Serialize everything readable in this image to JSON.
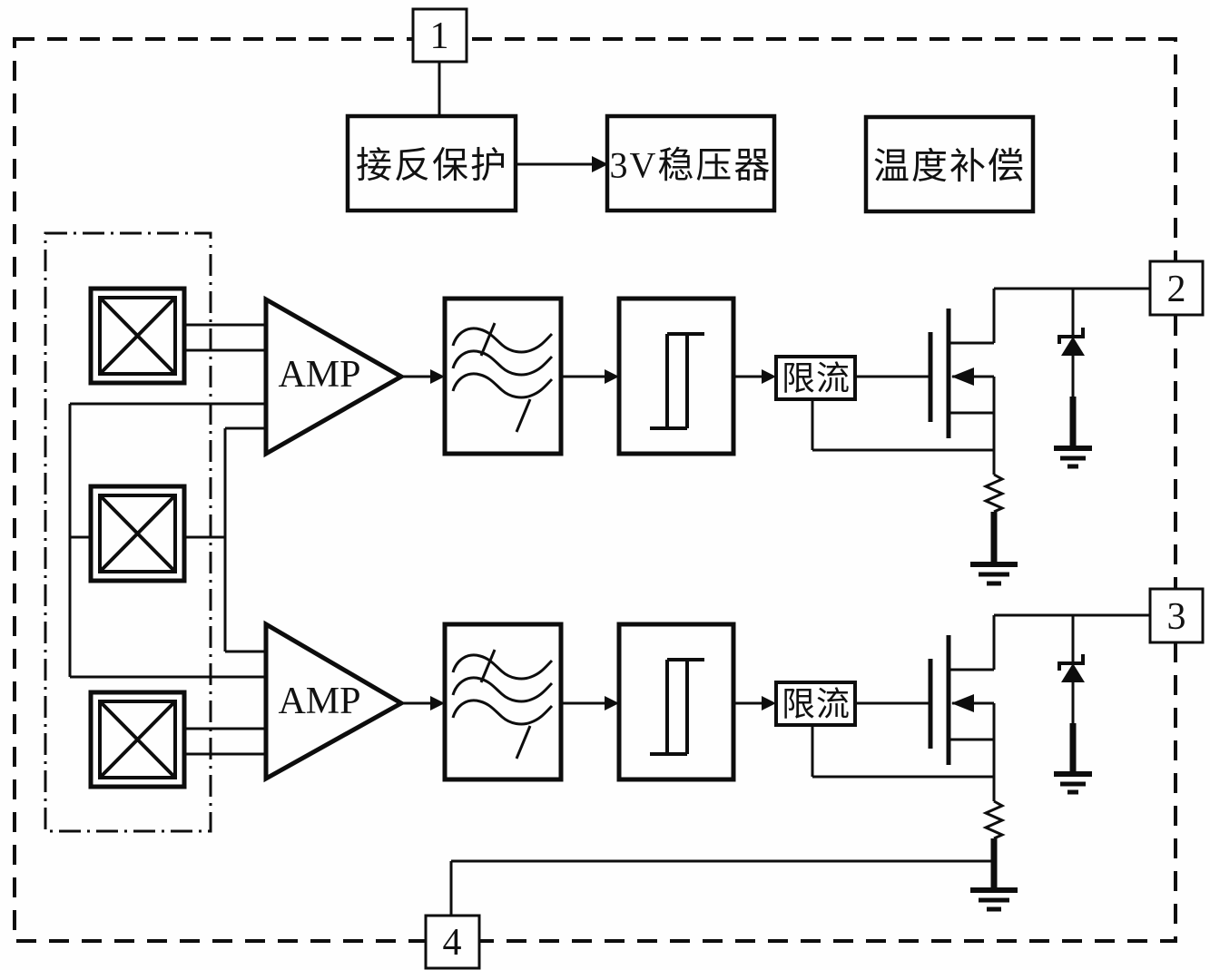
{
  "diagram": {
    "type": "circuit-block-diagram",
    "nodes": {
      "n1": "1",
      "n2": "2",
      "n3": "3",
      "n4": "4"
    },
    "blocks": {
      "reverse_protection": "接反保护",
      "regulator_3v": "3V稳压器",
      "temperature_compensation": "温度补偿",
      "amplifier_top": "AMP",
      "amplifier_bottom": "AMP",
      "current_limiter_top": "限流",
      "current_limiter_bottom": "限流"
    },
    "colors": {
      "ink": "#0d0d0d",
      "background": "#fefefe"
    }
  }
}
